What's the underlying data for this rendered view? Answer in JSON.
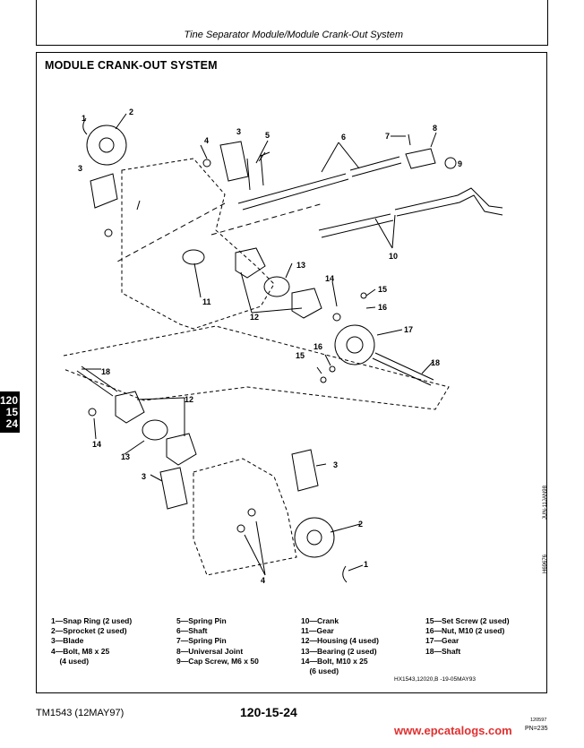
{
  "header": {
    "title": "Tine Separator Module/Module Crank-Out System"
  },
  "section": {
    "title": "MODULE CRANK-OUT SYSTEM"
  },
  "side_tab": {
    "line1": "120",
    "line2": "15",
    "line3": "24"
  },
  "side_codes": {
    "code1": "JUN-11JAN98",
    "code2": "H69676"
  },
  "callouts": {
    "c1": "1",
    "c2": "2",
    "c3": "3",
    "c4": "4",
    "c5": "5",
    "c6": "6",
    "c7": "7",
    "c8": "8",
    "c9": "9",
    "c10": "10",
    "c11": "11",
    "c12": "12",
    "c13": "13",
    "c14": "14",
    "c15": "15",
    "c16": "16",
    "c17": "17",
    "c18": "18"
  },
  "legend": {
    "col1": [
      "1—Snap Ring (2 used)",
      "2—Sprocket (2 used)",
      "3—Blade",
      "4—Bolt, M8 x 25",
      "    (4 used)"
    ],
    "col2": [
      "5—Spring Pin",
      "6—Shaft",
      "7—Spring Pin",
      "8—Universal Joint",
      "9—Cap Screw, M6 x 50"
    ],
    "col3": [
      "10—Crank",
      "11—Gear",
      "12—Housing (4 used)",
      "13—Bearing (2 used)",
      "14—Bolt, M10 x 25",
      "    (6 used)"
    ],
    "col4": [
      "15—Set Screw (2 used)",
      "16—Nut, M10 (2 used)",
      "17—Gear",
      "18—Shaft"
    ]
  },
  "legend_ref": "HX1543,12020,B -19-05MAY93",
  "footer": {
    "left": "TM1543 (12MAY97)",
    "center": "120-15-24",
    "code": "120597",
    "pn": "PN=235",
    "url": "www.epcatalogs.com"
  }
}
